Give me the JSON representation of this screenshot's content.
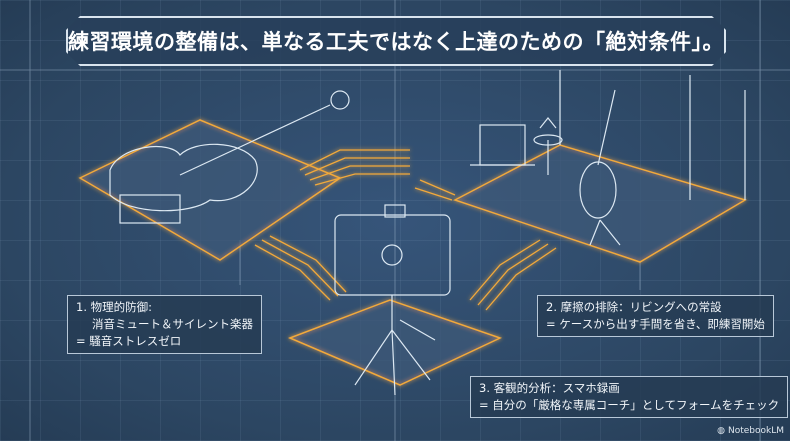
{
  "title": "練習環境の整備は、単なる工夫ではなく上達のための「絶対条件」。",
  "labels": [
    {
      "lines": [
        "1. 物理的防御:",
        "消音ミュート＆サイレント楽器",
        "= 騒音ストレスゼロ"
      ]
    },
    {
      "lines": [
        "2. 摩擦の排除：リビングへの常設",
        "= ケースから出す手間を省き、即練習開始"
      ]
    },
    {
      "lines": [
        "3. 客観的分析：スマホ録画",
        "= 自分の「厳格な専属コーチ」としてフォームをチェック"
      ]
    }
  ],
  "brand": "NotebookLM",
  "colors": {
    "background": "#2f4a66",
    "line": "#cfe0ee",
    "glow": "#f2a93b"
  }
}
